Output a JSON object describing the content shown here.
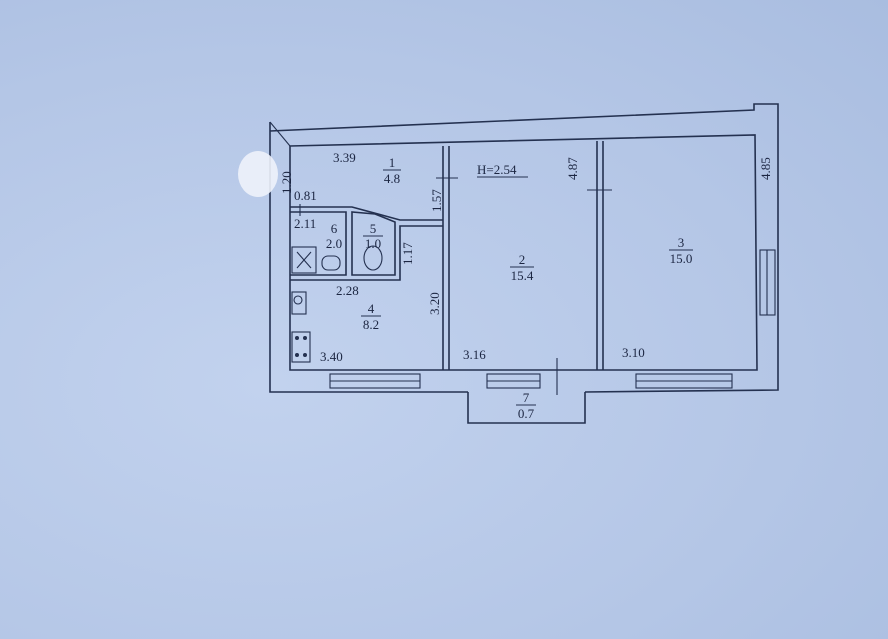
{
  "plan": {
    "ceiling_height": "H=2.54",
    "rooms": [
      {
        "number": "1",
        "area": "4.8"
      },
      {
        "number": "2",
        "area": "15.4"
      },
      {
        "number": "3",
        "area": "15.0"
      },
      {
        "number": "4",
        "area": "8.2"
      },
      {
        "number": "5",
        "area": "1.0"
      },
      {
        "number": "6",
        "area": "2.0"
      },
      {
        "number": "7",
        "area": "0.7"
      }
    ],
    "dimensions": {
      "d_339": "3.39",
      "d_120": "1.20",
      "d_081": "0.81",
      "d_211": "2.11",
      "d_157": "1.57",
      "d_117": "1.17",
      "d_228": "2.28",
      "d_320": "3.20",
      "d_340": "3.40",
      "d_316": "3.16",
      "d_310": "3.10",
      "d_487": "4.87",
      "d_485": "4.85"
    },
    "colors": {
      "paper": "#b7c9e8",
      "ink": "#243150"
    }
  }
}
